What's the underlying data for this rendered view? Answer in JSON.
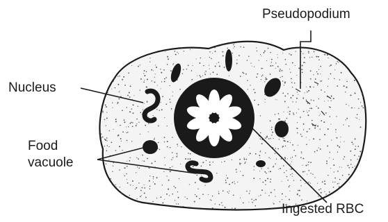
{
  "labels": {
    "pseudopodium": "Pseudopodium",
    "nucleus": "Nucleus",
    "food_vacuole_line1": "Food",
    "food_vacuole_line2": "vacuole",
    "ingested_rbc": "Ingested RBC"
  },
  "colors": {
    "ink": "#1a1a1a",
    "cell_fill": "#f4f4f4",
    "stipple": "#555555",
    "rbc_petal": "#ffffff",
    "background": "#ffffff"
  }
}
